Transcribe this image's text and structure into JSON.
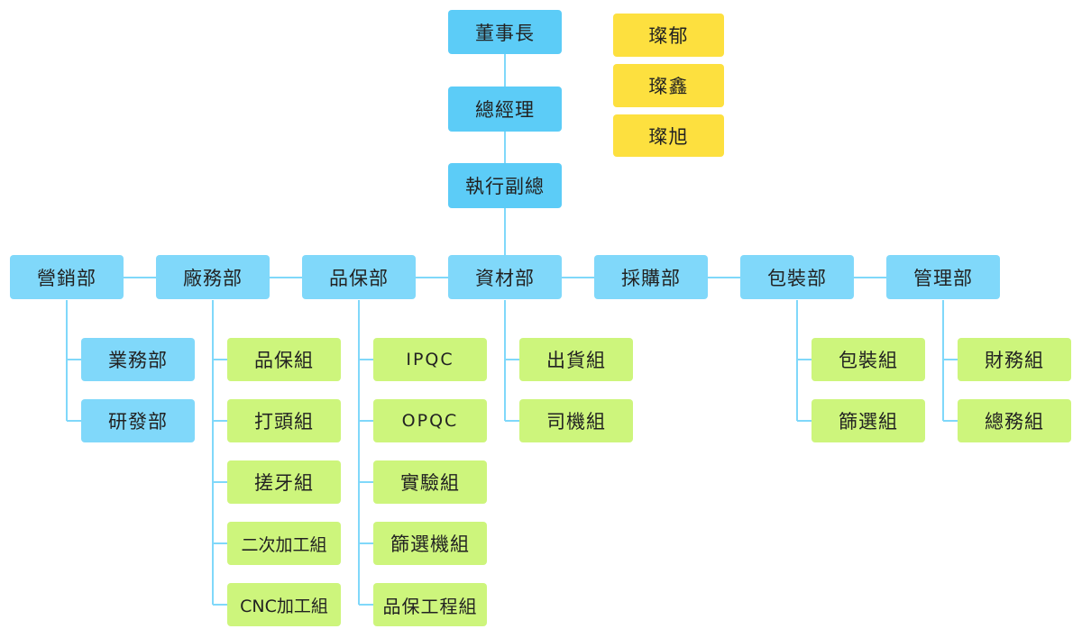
{
  "exec": {
    "chairman": "董事長",
    "gm": "總經理",
    "evp": "執行副總"
  },
  "affiliates": [
    "璨郁",
    "璨鑫",
    "璨旭"
  ],
  "departments": [
    {
      "name": "營銷部",
      "units": [
        "業務部",
        "研發部"
      ]
    },
    {
      "name": "廠務部",
      "units": [
        "品保組",
        "打頭組",
        "搓牙組",
        "二次加工組",
        "CNC加工組"
      ]
    },
    {
      "name": "品保部",
      "units": [
        "IPQC",
        "OPQC",
        "實驗組",
        "篩選機組",
        "品保工程組"
      ]
    },
    {
      "name": "資材部",
      "units": [
        "出貨組",
        "司機組"
      ]
    },
    {
      "name": "採購部",
      "units": []
    },
    {
      "name": "包裝部",
      "units": [
        "包裝組",
        "篩選組"
      ]
    },
    {
      "name": "管理部",
      "units": [
        "財務組",
        "總務組"
      ]
    }
  ],
  "colors": {
    "executive": "#5cccf7",
    "department": "#80d8fa",
    "team": "#cdf57c",
    "affiliate": "#fde03f",
    "line": "#80d8fa"
  }
}
